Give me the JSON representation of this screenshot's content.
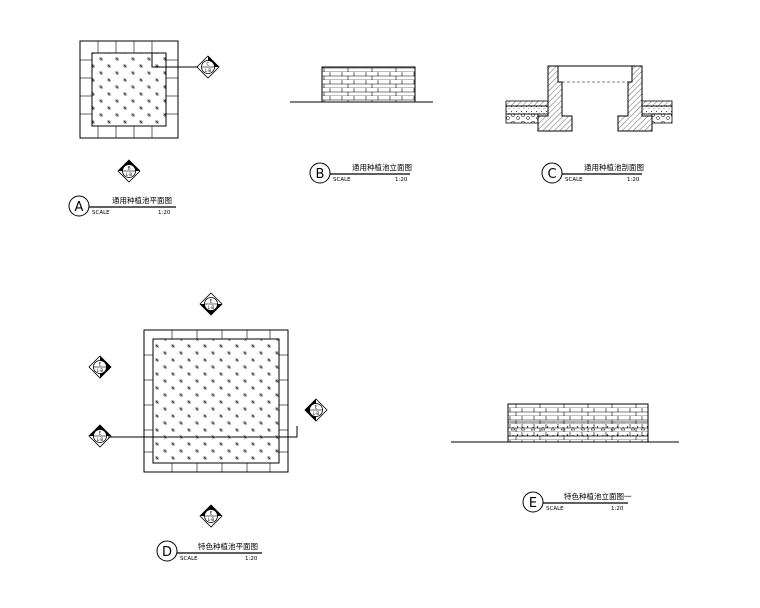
{
  "drawings": {
    "A": {
      "letter": "A",
      "title": "通用种植池平面图",
      "scale_word": "SCALE",
      "scale_value": "1:20"
    },
    "B": {
      "letter": "B",
      "title": "通用种植池立面图",
      "scale_word": "SCALE",
      "scale_value": "1:20"
    },
    "C": {
      "letter": "C",
      "title": "通用种植池剖面图",
      "scale_word": "SCALE",
      "scale_value": "1:20"
    },
    "D": {
      "letter": "D",
      "title": "特色种植池平面图",
      "scale_word": "SCALE",
      "scale_value": "1:20"
    },
    "E": {
      "letter": "E",
      "title": "特色种植池立面图一",
      "scale_word": "SCALE",
      "scale_value": "1:20"
    }
  },
  "markers": {
    "a_right": {
      "top": "C",
      "bottom": "L-B"
    },
    "a_bottom": {
      "top": "B",
      "bottom": "L-B"
    },
    "d_top": {
      "top": "E",
      "bottom": "L-B"
    },
    "d_left_upper": {
      "top": "E",
      "bottom": "L-B"
    },
    "d_left_lower": {
      "top": "E",
      "bottom": "L-B"
    },
    "d_right": {
      "top": "E",
      "bottom": "L-B"
    },
    "d_bottom": {
      "top": "E",
      "bottom": "L-B"
    }
  }
}
